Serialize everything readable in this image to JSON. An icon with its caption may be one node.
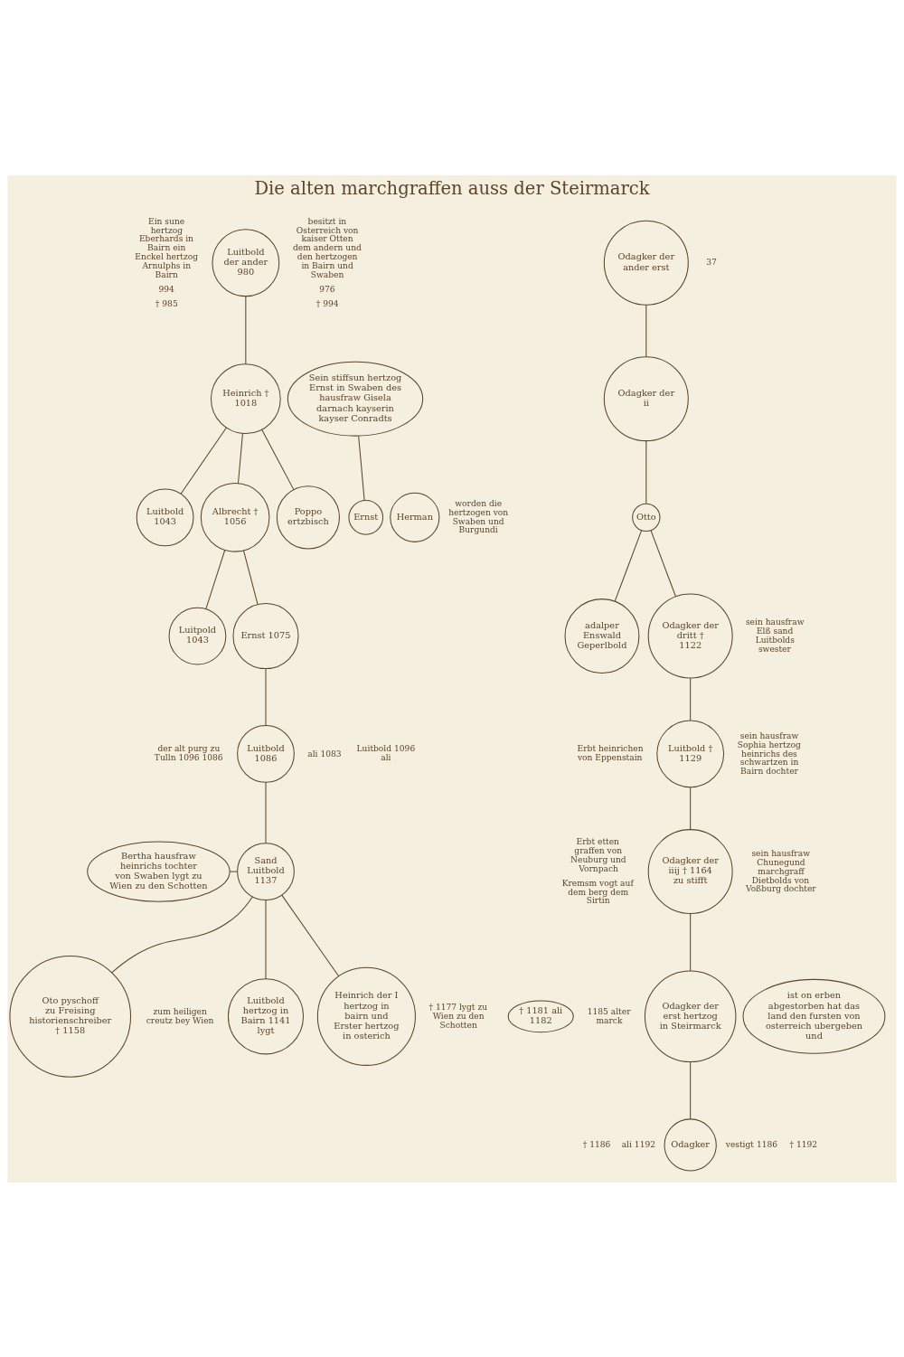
{
  "diagram": {
    "title": "Die alten marchgraffen auss der Steirmarck",
    "nodes": [
      {
        "text": [
          "Luitbold der ander 980"
        ],
        "beside": [
          "Ein sune hertzog Eberhards in Bairn ein Enckel hertzog Arnulphs in Bairn",
          "besitzt in Osterreich von kaiser Otten dem andern und den hertzogen in Bairn und Swaben",
          "976",
          "994",
          "† 985",
          "† 994"
        ]
      },
      {
        "text": [
          "Heinrich † 1018"
        ]
      },
      {
        "text": [
          "Luitbold 1043"
        ]
      },
      {
        "text": [
          "Albrecht † 1056"
        ]
      },
      {
        "text": [
          "Poppo ertzbisch"
        ]
      },
      {
        "text": [
          "Sein stiffsun hertzog Ernst in Swaben des hausfraw Gisela darnach kayserin kayser Conradts"
        ]
      },
      {
        "text": [
          "Ernst"
        ]
      },
      {
        "text": [
          "Herman"
        ]
      },
      {
        "text": [
          "Luitpold 1043"
        ]
      },
      {
        "text": [
          "Ernst 1075"
        ]
      },
      {
        "text": [
          "Luitbold 1086"
        ],
        "beside": [
          "der alt purg zu Tulln 1096 1086",
          "ali 1083"
        ]
      },
      {
        "text": [
          "Sand Luitbold 1137"
        ]
      },
      {
        "text": [
          "Bertha hausfraw heinrichs tochter von Swaben lygt zu Wien zu den Schotten"
        ]
      },
      {
        "text": [
          "Luitbold hertzog in Bairn 1141 lygt"
        ],
        "beside": [
          "zum heiligen creutz bey Wien"
        ]
      },
      {
        "text": [
          "Heinrich der I hertzog in bairn und Erster hertzog in osterich"
        ],
        "beside": [
          "† 1177 lygt zu Wien zu den Schotten"
        ]
      },
      {
        "text": [
          "Oto pyschoff zu Freising historienschreiber † 1158"
        ]
      },
      {
        "text": [
          "Odagker der ander erst"
        ]
      },
      {
        "text": [
          "Odagker der ii"
        ]
      },
      {
        "text": [
          "Otto"
        ]
      },
      {
        "text": [
          "adalper Enswald Geperlbold"
        ]
      },
      {
        "text": [
          "Odagker der dritt † 1122"
        ],
        "beside": [
          "sein hausfraw Elß sand Luitbolds swester"
        ]
      },
      {
        "text": [
          "Luitbold † 1129"
        ],
        "beside": [
          "Erbt heinrichen von Eppenstain",
          "sein hausfraw Sophia hertzog heinrichs des schwartzen in Bairn dochter"
        ]
      },
      {
        "text": [
          "Odagker der iiij † 1164 zu stifft"
        ],
        "beside": [
          "Erbt etten graffen von Neuburg und Vornpach",
          "sein hausfraw Chunegund marchgraff Dietbolds von Voßburg dochter",
          "Kremsm vogt auf dem berg dem Sirtin"
        ]
      },
      {
        "text": [
          "Odagker der erst hertzog in Steirmarck"
        ],
        "beside": [
          "1185 alter marck"
        ]
      },
      {
        "text": [
          "ist on erben abgestorben hat das land den fursten von osterreich ubergeben und"
        ]
      },
      {
        "text": [
          "† 1181 ali 1182"
        ]
      },
      {
        "text": [
          "Odagker"
        ]
      }
    ],
    "edges": [
      {
        "from": 0,
        "to": 1,
        "arrow": "none"
      },
      {
        "from": 1,
        "to": 2,
        "arrow": "none"
      },
      {
        "from": 1,
        "to": 3,
        "arrow": "none"
      },
      {
        "from": 1,
        "to": 4,
        "arrow": "none"
      },
      {
        "from": 5,
        "to": 6,
        "arrow": "none"
      },
      {
        "from": 3,
        "to": 8,
        "arrow": "none"
      },
      {
        "from": 3,
        "to": 9,
        "arrow": "none"
      },
      {
        "from": 9,
        "to": 10,
        "arrow": "none"
      },
      {
        "from": 10,
        "to": 11,
        "arrow": "none"
      },
      {
        "from": 12,
        "to": 11,
        "arrow": "none"
      },
      {
        "from": 11,
        "to": 13,
        "arrow": "none"
      },
      {
        "from": 11,
        "to": 14,
        "arrow": "none"
      },
      {
        "from": 11,
        "to": 15,
        "arrow": "none"
      },
      {
        "from": 16,
        "to": 17,
        "arrow": "none"
      },
      {
        "from": 17,
        "to": 18,
        "arrow": "none"
      },
      {
        "from": 18,
        "to": 19,
        "arrow": "none"
      },
      {
        "from": 18,
        "to": 20,
        "arrow": "none"
      },
      {
        "from": 20,
        "to": 21,
        "arrow": "none"
      },
      {
        "from": 21,
        "to": 22,
        "arrow": "none"
      },
      {
        "from": 22,
        "to": 23,
        "arrow": "none"
      },
      {
        "from": 23,
        "to": 26,
        "arrow": "none"
      }
    ],
    "labels": [
      "37",
      "worden die hertzogen von Swaben und Burgundi",
      "Luitbold 1096 ali",
      "† 1186",
      "vestigt 1186",
      "ali 1192",
      "† 1192"
    ]
  }
}
